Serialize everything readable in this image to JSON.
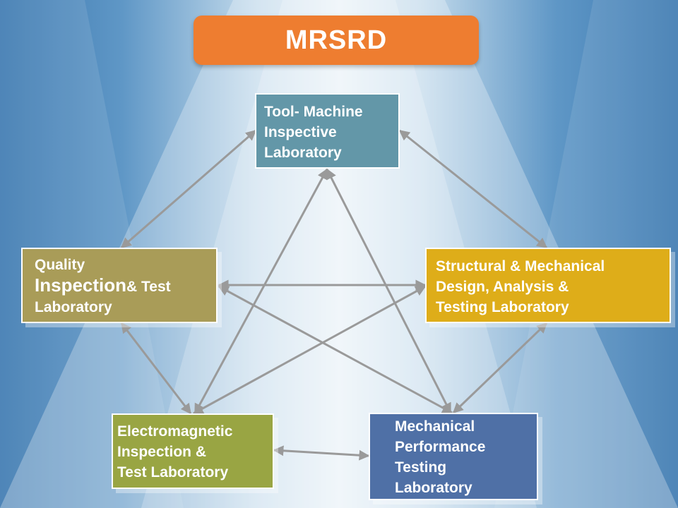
{
  "title": "MRSRD",
  "colors": {
    "title_bg": "#ee7d30",
    "tool_machine": "#6397a8",
    "quality": "#a99c58",
    "structural": "#dead19",
    "electromagnetic": "#99a543",
    "mechanical": "#4f70a6",
    "arrow": "#9a9a9a"
  },
  "nodes": {
    "tool_machine": {
      "lines": [
        "Tool- Machine",
        "Inspective",
        "Laboratory"
      ]
    },
    "quality": {
      "line1": "Quality",
      "line2_big": "Inspection",
      "line2_rest": "& Test",
      "line3": "Laboratory"
    },
    "structural": {
      "lines": [
        "Structural & Mechanical",
        "Design, Analysis &",
        "Testing Laboratory"
      ]
    },
    "electromagnetic": {
      "lines": [
        "Electromagnetic",
        "Inspection &",
        "Test Laboratory"
      ]
    },
    "mechanical": {
      "lines": [
        "Mechanical",
        "Performance",
        "Testing",
        "Laboratory"
      ]
    }
  },
  "connections": [
    [
      "tool_machine",
      "quality"
    ],
    [
      "tool_machine",
      "structural"
    ],
    [
      "tool_machine",
      "electromagnetic"
    ],
    [
      "tool_machine",
      "mechanical"
    ],
    [
      "quality",
      "structural"
    ],
    [
      "quality",
      "electromagnetic"
    ],
    [
      "quality",
      "mechanical"
    ],
    [
      "structural",
      "electromagnetic"
    ],
    [
      "structural",
      "mechanical"
    ],
    [
      "electromagnetic",
      "mechanical"
    ]
  ]
}
